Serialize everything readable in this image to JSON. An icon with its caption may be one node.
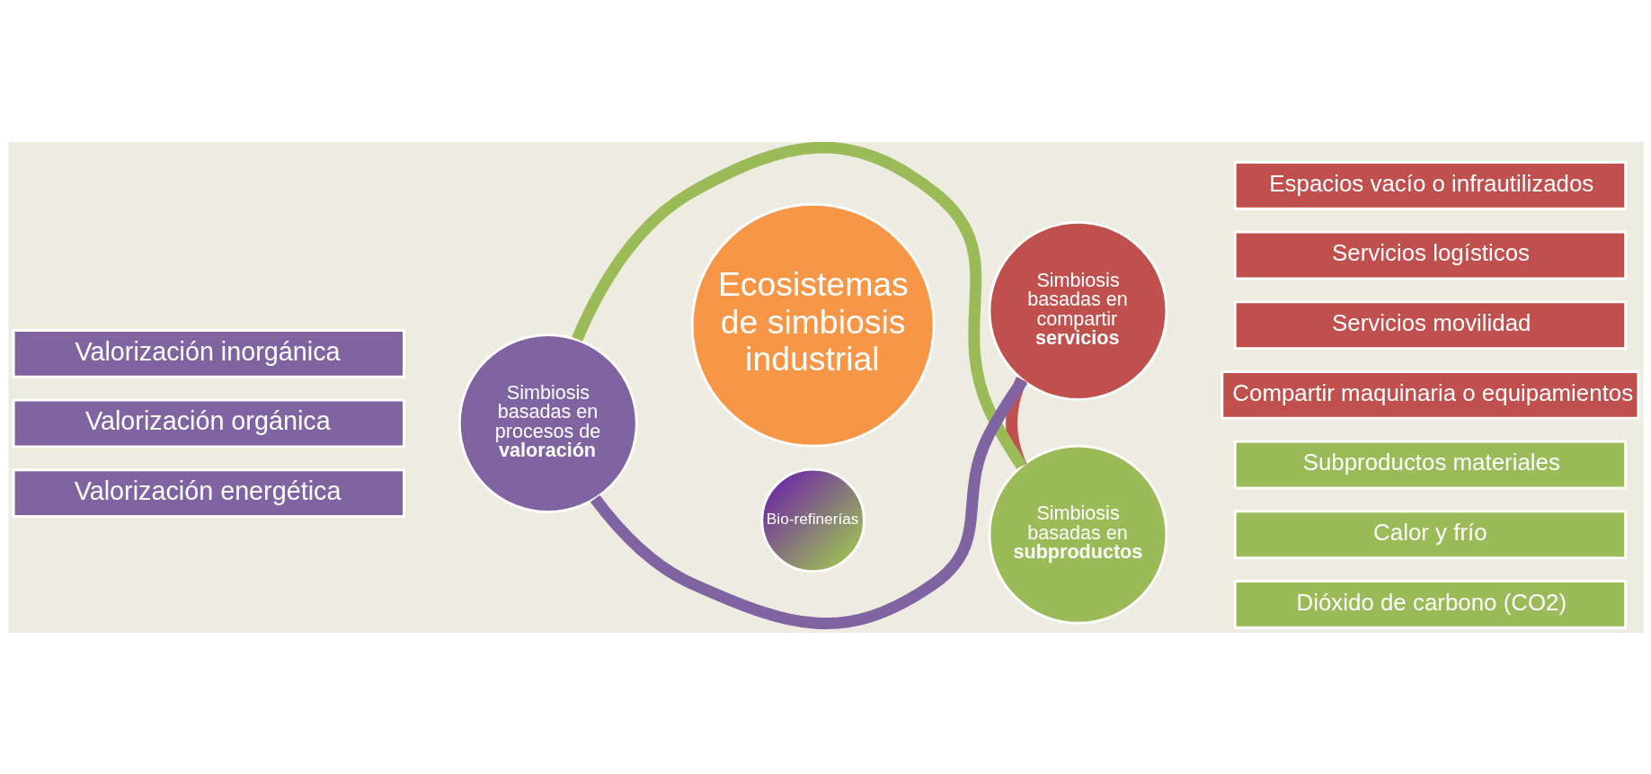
{
  "diagram": {
    "nodes": [
      {
        "text": [
          "Ecosistemas de simbiosis industrial"
        ]
      },
      {
        "text": [
          "Simbiosis basadas en compartir **servicios**"
        ]
      },
      {
        "text": [
          "Simbiosis basadas en **subproductos**"
        ]
      },
      {
        "text": [
          "Simbiosis basadas en procesos de **valoración**"
        ]
      },
      {
        "text": [
          "Bio-refinerías"
        ]
      },
      {
        "text": [
          "Espacios vacío o infrautilizados"
        ]
      },
      {
        "text": [
          "Servicios logísticos"
        ]
      },
      {
        "text": [
          "Servicios movilidad"
        ]
      },
      {
        "text": [
          "Compartir maquinaria o equipamientos"
        ]
      },
      {
        "text": [
          "Subproductos materiales"
        ]
      },
      {
        "text": [
          "Calor y frío"
        ]
      },
      {
        "text": [
          "Dióxido de carbono (CO2)"
        ]
      },
      {
        "text": [
          "Valorización inorgánica"
        ]
      },
      {
        "text": [
          "Valorización orgánica"
        ]
      },
      {
        "text": [
          "Valorización energética"
        ]
      }
    ],
    "edges": [
      {
        "from": 1,
        "to": 2,
        "arrow": "none",
        "color": "#c0504d"
      },
      {
        "from": 2,
        "to": 3,
        "arrow": "none",
        "color": "#9bbb59"
      },
      {
        "from": 3,
        "to": 1,
        "arrow": "none",
        "color": "#8064a2"
      }
    ]
  }
}
